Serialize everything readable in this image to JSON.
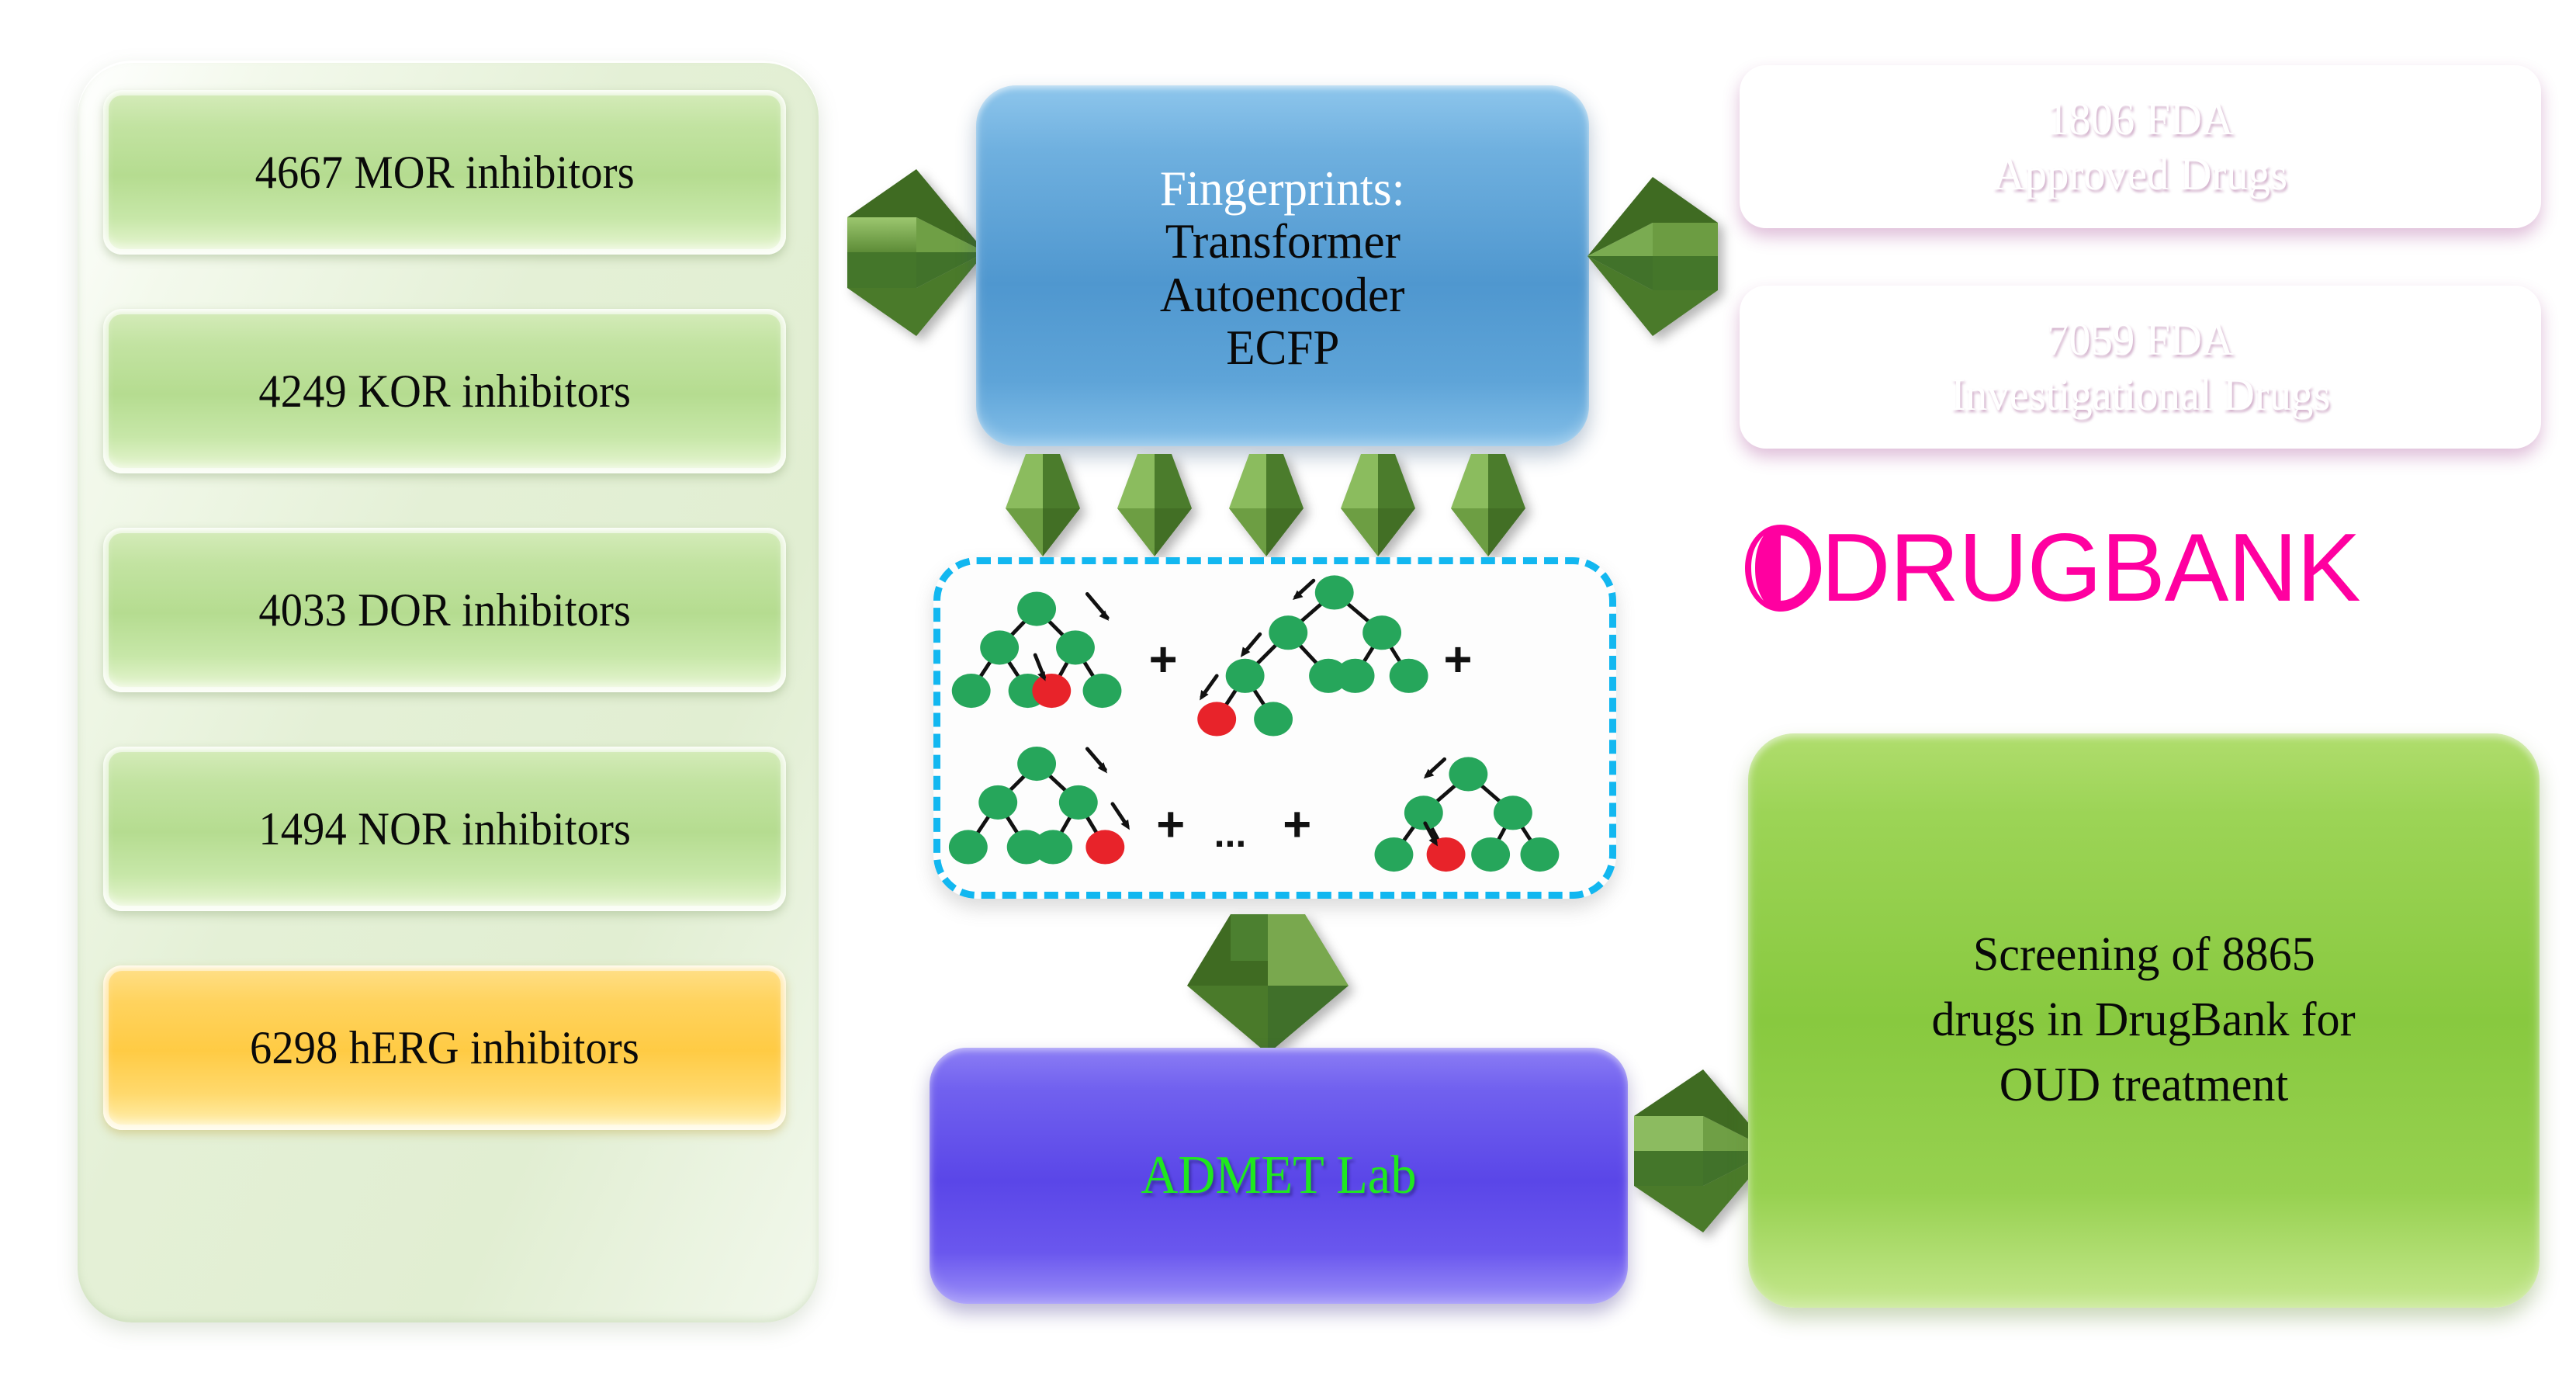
{
  "figure": {
    "title": "OUD drug repurposing workflow"
  },
  "dataset_panel": {
    "name": "inhibitor-datasets",
    "items": [
      {
        "label": "4667 MOR inhibitors",
        "count": 4667,
        "target": "MOR",
        "color": "#b5dc90",
        "kind": "green"
      },
      {
        "label": "4249 KOR inhibitors",
        "count": 4249,
        "target": "KOR",
        "color": "#b5dc90",
        "kind": "green"
      },
      {
        "label": "4033 DOR inhibitors",
        "count": 4033,
        "target": "DOR",
        "color": "#b5dc90",
        "kind": "green"
      },
      {
        "label": "1494 NOR inhibitors",
        "count": 1494,
        "target": "NOR",
        "color": "#b5dc90",
        "kind": "green"
      },
      {
        "label": "6298 hERG inhibitors",
        "count": 6298,
        "target": "hERG",
        "color": "#ffcb44",
        "kind": "yellow"
      }
    ]
  },
  "fingerprints": {
    "title": "Fingerprints:",
    "methods": [
      "Transformer",
      "Autoencoder",
      "ECFP"
    ],
    "title_color": "#ffffff",
    "method_color": "#090909",
    "box_color": "#4f97cf"
  },
  "drug_sources": {
    "cards": [
      {
        "line1": "1806 FDA",
        "line2": "Approved Drugs",
        "count": 1806,
        "color": "#dd4bc2"
      },
      {
        "line1": "7059 FDA",
        "line2": "Investigational Drugs",
        "count": 7059,
        "color": "#dd4bc2"
      }
    ],
    "logo": {
      "text": "DRUGBANK",
      "color": "#ff00a0"
    }
  },
  "model": {
    "name": "gradient-boosting-tree-ensemble",
    "border_color": "#12b7f0",
    "node_color": "#26a65b",
    "leaf_color": "#e8232a",
    "plus_signs": [
      "+",
      "+",
      "+",
      "...",
      "+"
    ]
  },
  "admet": {
    "label": "ADMET Lab",
    "text_color": "#1fe81f",
    "box_color": "#5a46e8"
  },
  "screening": {
    "lines": [
      "Screening of 8865",
      "drugs in DrugBank for",
      "OUD treatment"
    ],
    "count": 8865,
    "box_color": "#88c93f"
  },
  "arrows": {
    "color": "#4e7d2e",
    "datasets_to_fingerprints": "right",
    "drug_sources_to_fingerprints": "left",
    "fingerprints_to_model_count": 5,
    "model_to_admet": "down",
    "admet_to_screening": "right"
  }
}
